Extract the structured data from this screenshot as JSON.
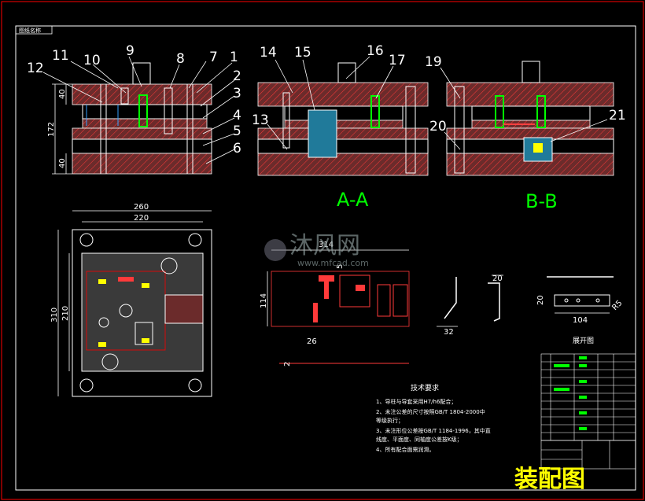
{
  "frame_label": "图纸名称",
  "section_labels": [
    "A-A",
    "B-B"
  ],
  "part_numbers_left": [
    "9",
    "8",
    "7",
    "1",
    "11",
    "10",
    "12",
    "2",
    "3",
    "4",
    "5",
    "6"
  ],
  "part_numbers_mid": [
    "14",
    "15",
    "16",
    "17",
    "13"
  ],
  "part_numbers_right": [
    "19",
    "20",
    "21"
  ],
  "dimensions": {
    "height_total": "172",
    "top_plate": "40",
    "bottom_plate": "40",
    "plan_width_outer": "260",
    "plan_width_inner": "220",
    "plan_height_outer": "310",
    "plan_height_inner": "210",
    "strip_len": "314",
    "strip_h": "114",
    "strip_d": "26",
    "strip_v": "5",
    "part_w": "32",
    "part_h": "20",
    "blank_h": "20",
    "blank_w": "104",
    "blank_r": "R5",
    "thick": "2"
  },
  "unfold_label": "展开图",
  "watermark_brand": "沐风网",
  "watermark_url": "www.mfcad.com",
  "tech_title": "技术要求",
  "tech_notes": [
    "1、导柱与导套采用H7/h6配合；",
    "2、未注公差的尺寸按照GB/T 1804-2000中",
    "   等级执行；",
    "3、未注形位公差按GB/T 1184-1996，其中直",
    "   线度、平面度、同轴度公差按K级；",
    "4、所有配合面需润滑。"
  ],
  "drawing_title": "装配图"
}
